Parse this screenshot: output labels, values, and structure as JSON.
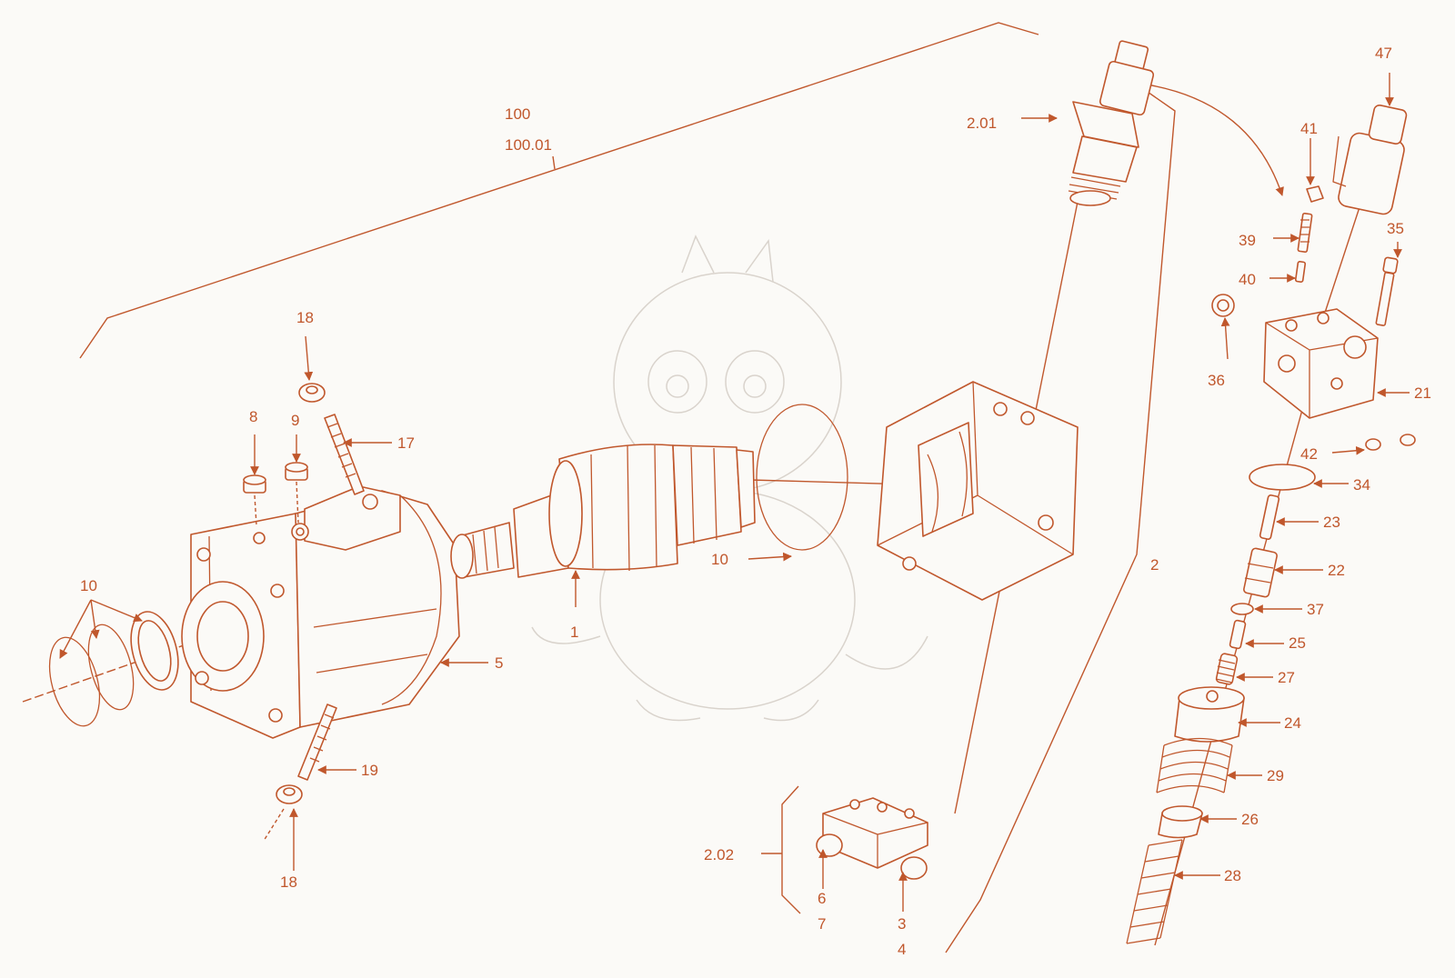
{
  "diagram": {
    "labels": {
      "assembly_100": "100",
      "assembly_100_01": "100.01",
      "part_2_01": "2.01",
      "part_47": "47",
      "part_41": "41",
      "part_35": "35",
      "part_39": "39",
      "part_40": "40",
      "part_36": "36",
      "part_21": "21",
      "part_42": "42",
      "part_34": "34",
      "part_23": "23",
      "part_22": "22",
      "part_37": "37",
      "part_25": "25",
      "part_27": "27",
      "part_24": "24",
      "part_29": "29",
      "part_26": "26",
      "part_28": "28",
      "part_2": "2",
      "part_2_02": "2.02",
      "part_6": "6",
      "part_7": "7",
      "part_3": "3",
      "part_4": "4",
      "part_18_top": "18",
      "part_17": "17",
      "part_8": "8",
      "part_9": "9",
      "part_10_left": "10",
      "part_5": "5",
      "part_19": "19",
      "part_18_bottom": "18",
      "part_1": "1",
      "part_10_middle": "10"
    },
    "colors": {
      "line": "#c0572c",
      "background": "#fbfaf7",
      "watermark": "#d9d3cc"
    }
  }
}
